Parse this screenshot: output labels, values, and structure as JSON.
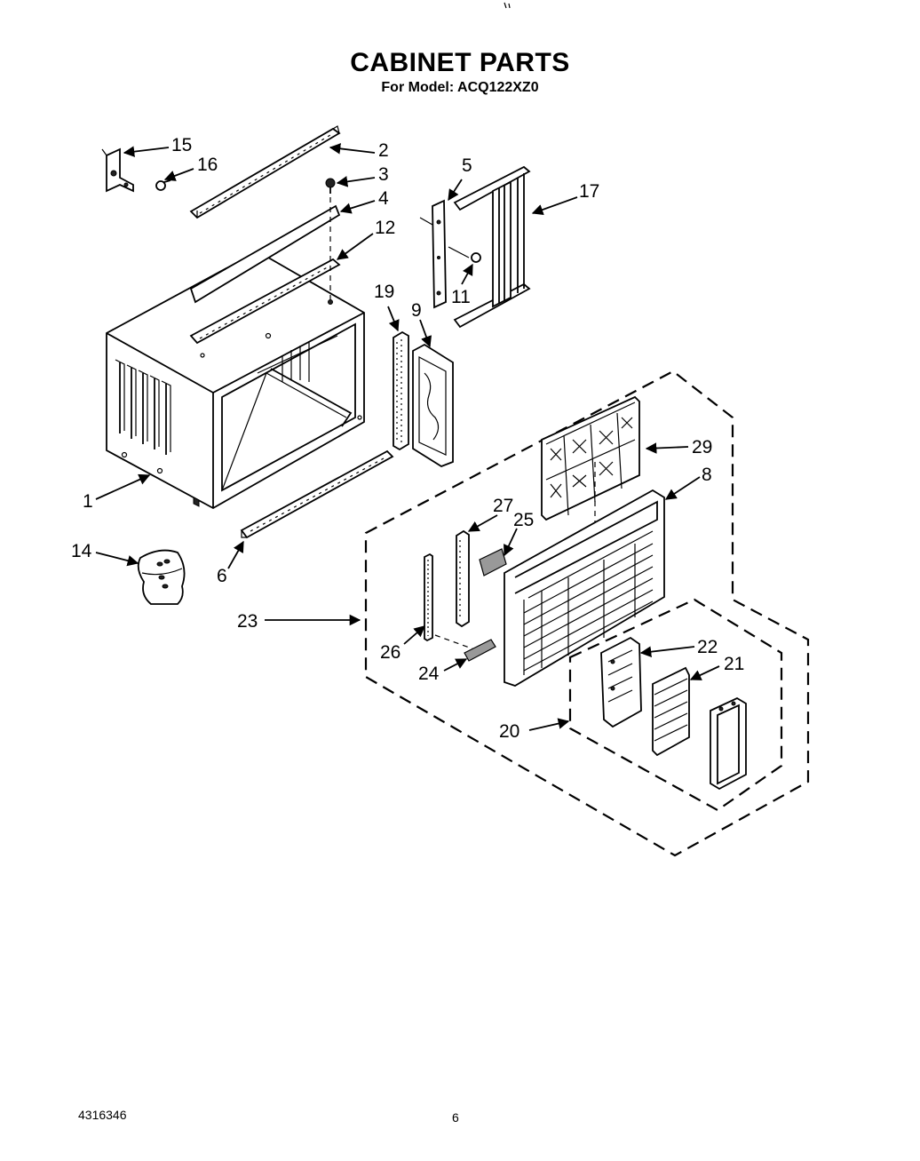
{
  "page": {
    "title": "CABINET PARTS",
    "subtitle": "For Model: ACQ122XZ0",
    "doc_number": "4316346",
    "page_number": "6"
  },
  "callouts": [
    {
      "id": "c1",
      "text": "1"
    },
    {
      "id": "c2",
      "text": "2"
    },
    {
      "id": "c3",
      "text": "3"
    },
    {
      "id": "c4",
      "text": "4"
    },
    {
      "id": "c5",
      "text": "5"
    },
    {
      "id": "c6",
      "text": "6"
    },
    {
      "id": "c8",
      "text": "8"
    },
    {
      "id": "c9",
      "text": "9"
    },
    {
      "id": "c11",
      "text": "11"
    },
    {
      "id": "c12",
      "text": "12"
    },
    {
      "id": "c14",
      "text": "14"
    },
    {
      "id": "c15",
      "text": "15"
    },
    {
      "id": "c16",
      "text": "16"
    },
    {
      "id": "c17",
      "text": "17"
    },
    {
      "id": "c19",
      "text": "19"
    },
    {
      "id": "c20",
      "text": "20"
    },
    {
      "id": "c21",
      "text": "21"
    },
    {
      "id": "c22",
      "text": "22"
    },
    {
      "id": "c23",
      "text": "23"
    },
    {
      "id": "c24",
      "text": "24"
    },
    {
      "id": "c25",
      "text": "25"
    },
    {
      "id": "c26",
      "text": "26"
    },
    {
      "id": "c27",
      "text": "27"
    },
    {
      "id": "c29",
      "text": "29"
    }
  ],
  "icons": [
    "arrow-icon"
  ]
}
